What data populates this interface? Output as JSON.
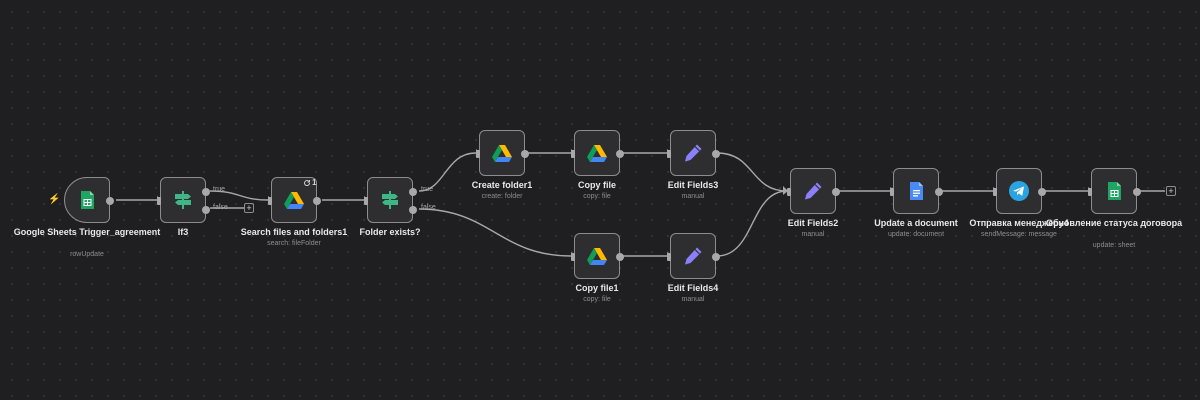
{
  "workflow": {
    "nodes": [
      {
        "id": "gs_trigger",
        "title": "Google Sheets Trigger_agreement",
        "subtitle": "rowUpdate"
      },
      {
        "id": "if3",
        "title": "If3",
        "subtitle": ""
      },
      {
        "id": "search",
        "title": "Search files and folders1",
        "subtitle": "search: fileFolder",
        "badge": "1"
      },
      {
        "id": "folder_exists",
        "title": "Folder exists?",
        "subtitle": ""
      },
      {
        "id": "create_folder",
        "title": "Create folder1",
        "subtitle": "create: folder"
      },
      {
        "id": "copy_file",
        "title": "Copy file",
        "subtitle": "copy: file"
      },
      {
        "id": "edit3",
        "title": "Edit Fields3",
        "subtitle": "manual"
      },
      {
        "id": "copy_file1",
        "title": "Copy file1",
        "subtitle": "copy: file"
      },
      {
        "id": "edit4",
        "title": "Edit Fields4",
        "subtitle": "manual"
      },
      {
        "id": "edit2",
        "title": "Edit Fields2",
        "subtitle": "manual"
      },
      {
        "id": "update_doc",
        "title": "Update a document",
        "subtitle": "update: document"
      },
      {
        "id": "telegram",
        "title": "Отправка менеджеру4",
        "subtitle": "sendMessage: message"
      },
      {
        "id": "gs_update",
        "title": "Обновление статуса договора",
        "subtitle": "update: sheet"
      }
    ],
    "branches": {
      "if3_true": "true",
      "if3_false": "false",
      "fe_true": "true",
      "fe_false": "false"
    },
    "plus_symbol": "+",
    "colors": {
      "background": "#1f1f21",
      "node_bg": "#2e2e31",
      "node_border": "#8c8c8f",
      "edge": "#a8a8ab",
      "sheets_green": "#20a464",
      "if_green": "#3fb685",
      "edit_purple": "#8b80f9",
      "docs_blue": "#4a8af4",
      "telegram_blue": "#2aa3e0",
      "trigger_bolt": "#ff6b4a"
    },
    "icons": {
      "gs_trigger": "google-sheets-icon",
      "if3": "signpost-icon",
      "search": "google-drive-icon",
      "folder_exists": "signpost-icon",
      "create_folder": "google-drive-icon",
      "copy_file": "google-drive-icon",
      "edit3": "pencil-icon",
      "copy_file1": "google-drive-icon",
      "edit4": "pencil-icon",
      "edit2": "pencil-icon",
      "update_doc": "google-docs-icon",
      "telegram": "telegram-icon",
      "gs_update": "google-sheets-icon"
    }
  }
}
